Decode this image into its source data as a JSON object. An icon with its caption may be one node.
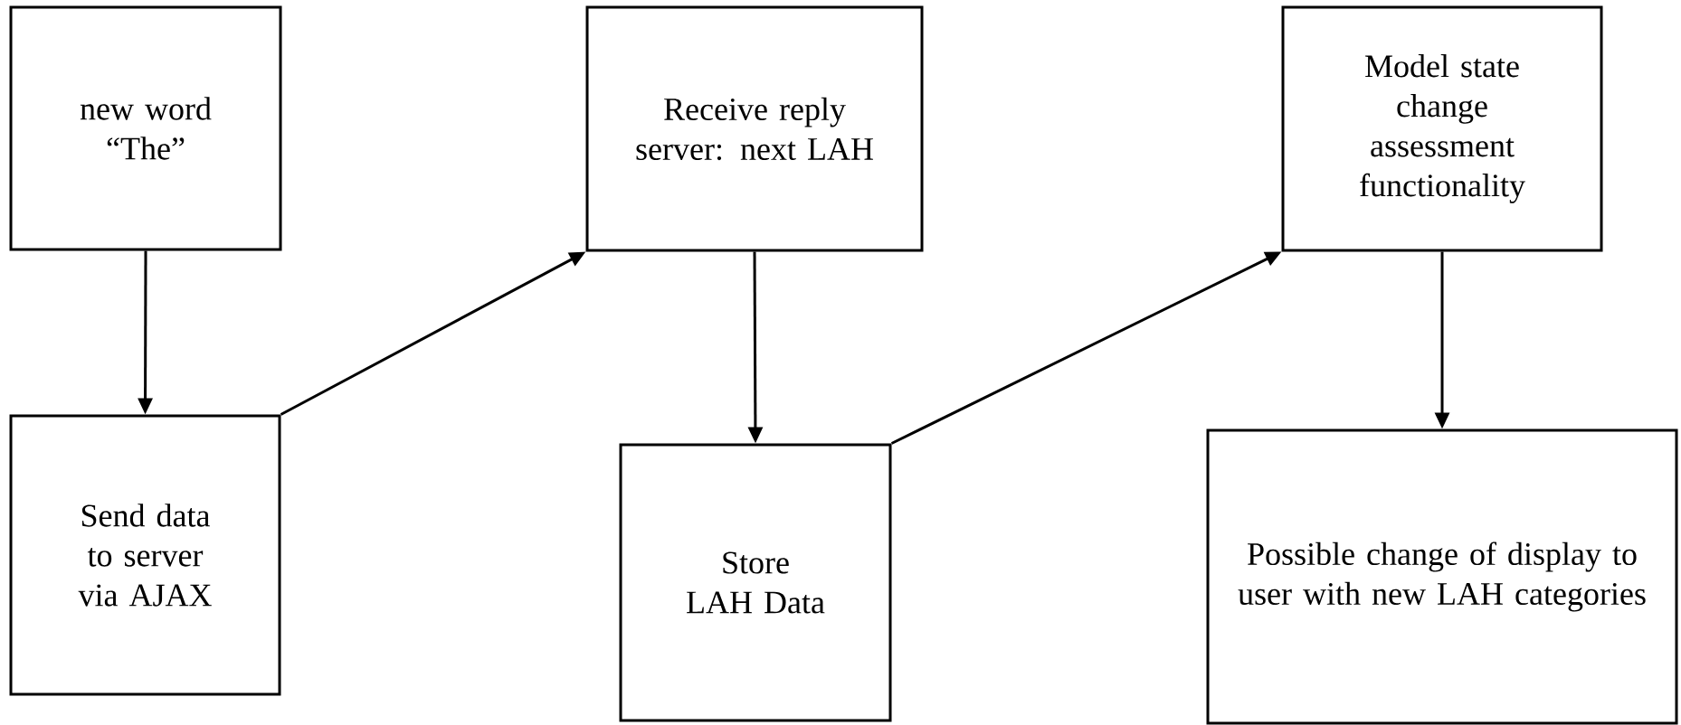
{
  "diagram": {
    "nodes": [
      {
        "text": [
          "new word “The”"
        ]
      },
      {
        "text": [
          "Send data to server via AJAX"
        ]
      },
      {
        "text": [
          "Receive reply server: next LAH"
        ]
      },
      {
        "text": [
          "Store LAH Data"
        ]
      },
      {
        "text": [
          "Model state change assessment functionality"
        ]
      },
      {
        "text": [
          "Possible change of display to user with new LAH categories"
        ]
      }
    ],
    "edges": [
      {
        "from": 0,
        "to": 1,
        "arrow": "to"
      },
      {
        "from": 1,
        "to": 2,
        "arrow": "to"
      },
      {
        "from": 2,
        "to": 3,
        "arrow": "to"
      },
      {
        "from": 3,
        "to": 4,
        "arrow": "to"
      },
      {
        "from": 4,
        "to": 5,
        "arrow": "to"
      }
    ]
  }
}
